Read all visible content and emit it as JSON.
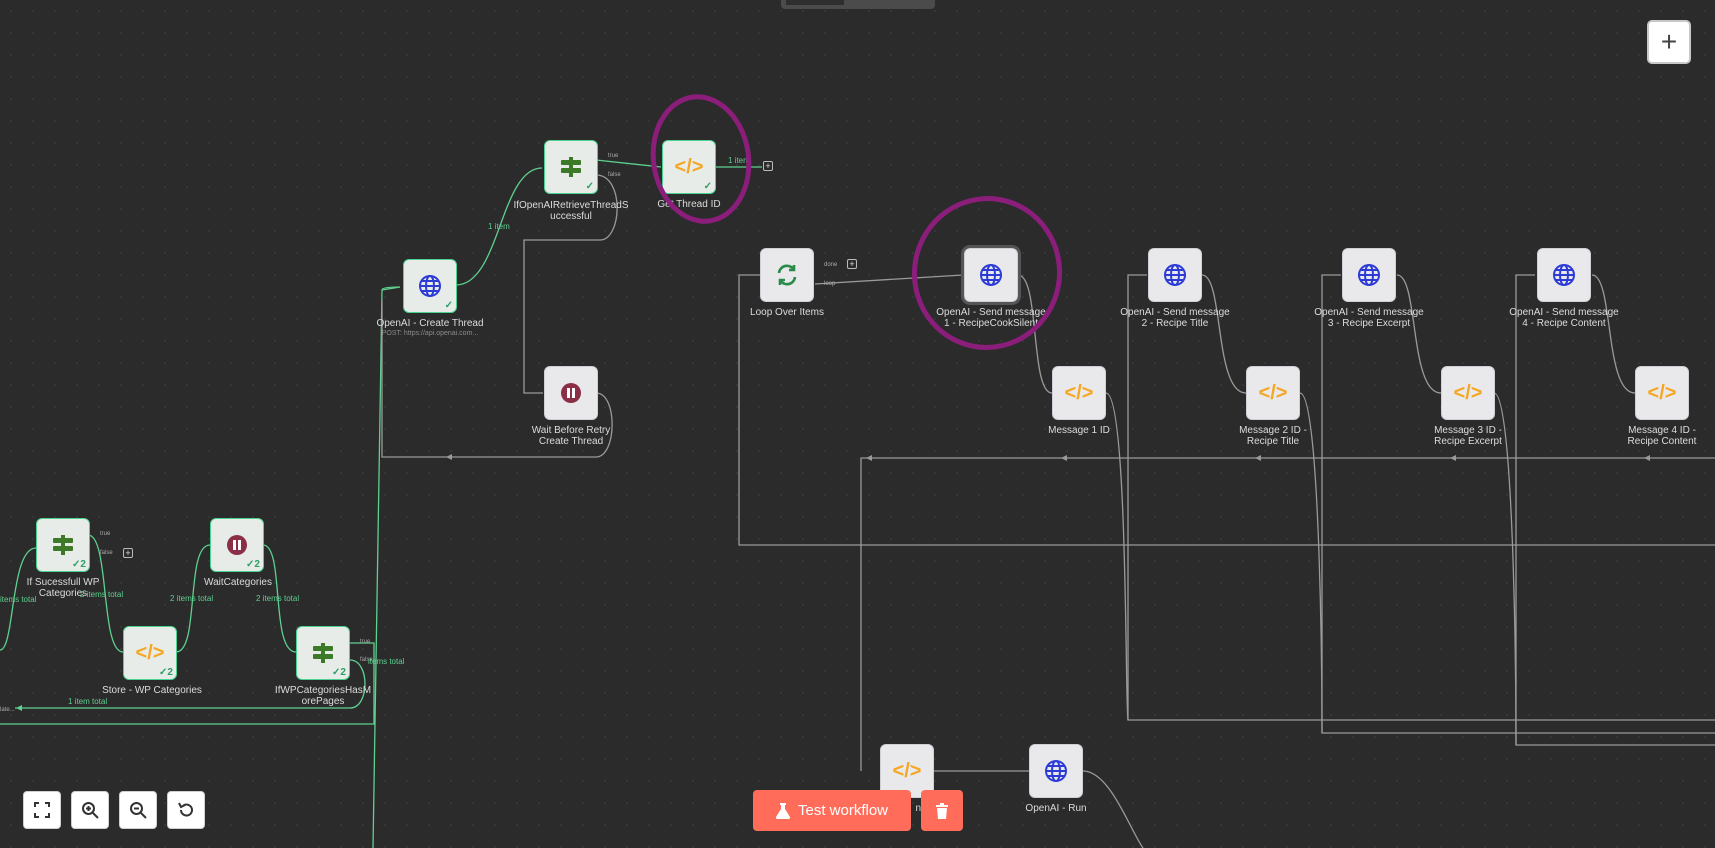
{
  "nodes": {
    "get_thread_id": "Get Thread ID",
    "if_openai_retrieve": "IfOpenAIRetrieveThreadSuccessful",
    "openai_create_thread": "OpenAI - Create Thread",
    "openai_create_thread_sub": "POST: https://api.openai.com...",
    "wait_before_retry": "Wait Before Retry Create Thread",
    "loop_over_items": "Loop Over Items",
    "send_msg_1": "OpenAI - Send message 1 - RecipeCookSilent",
    "send_msg_2": "OpenAI - Send message 2 - Recipe Title",
    "send_msg_3": "OpenAI - Send message 3 - Recipe Excerpt",
    "send_msg_4": "OpenAI - Send message 4 - Recipe Content",
    "msg_1_id": "Message 1 ID",
    "msg_2_id": "Message 2 ID - Recipe Title",
    "msg_3_id": "Message 3 ID - Recipe Excerpt",
    "msg_4_id": "Message 4 ID - Recipe Content",
    "if_successful_wp": "If Sucessfull WP Categories",
    "store_wp": "Store - WP Categories",
    "wait_categories": "WaitCategories",
    "if_wp_more_pages": "IfWPCategoriesHasMorePages",
    "partial_f": "n F",
    "openai_run": "OpenAI - Run"
  },
  "edge_labels": {
    "one_item_a": "1 item",
    "one_item_b": "1 item",
    "items_total_a": "items total",
    "items_total_b": "2 items total",
    "items_total_c": "2 items total",
    "items_total_d": "2 items total",
    "items_total_e": "items total",
    "one_item_total": "1 item total",
    "left_trunc": "late..."
  },
  "port_labels": {
    "true": "true",
    "false": "false",
    "done": "done",
    "loop": "loop"
  },
  "badges": {
    "count_2": "2"
  },
  "controls": {
    "test_workflow": "Test workflow"
  },
  "icons": {
    "if": "if-split-icon",
    "code": "code-icon",
    "http": "globe-icon",
    "wait": "pause-icon",
    "loop": "loop-arrows-icon"
  },
  "colors": {
    "success": "#4bd391",
    "annotation": "#8b1e7a",
    "accent": "#ff6d5a"
  }
}
